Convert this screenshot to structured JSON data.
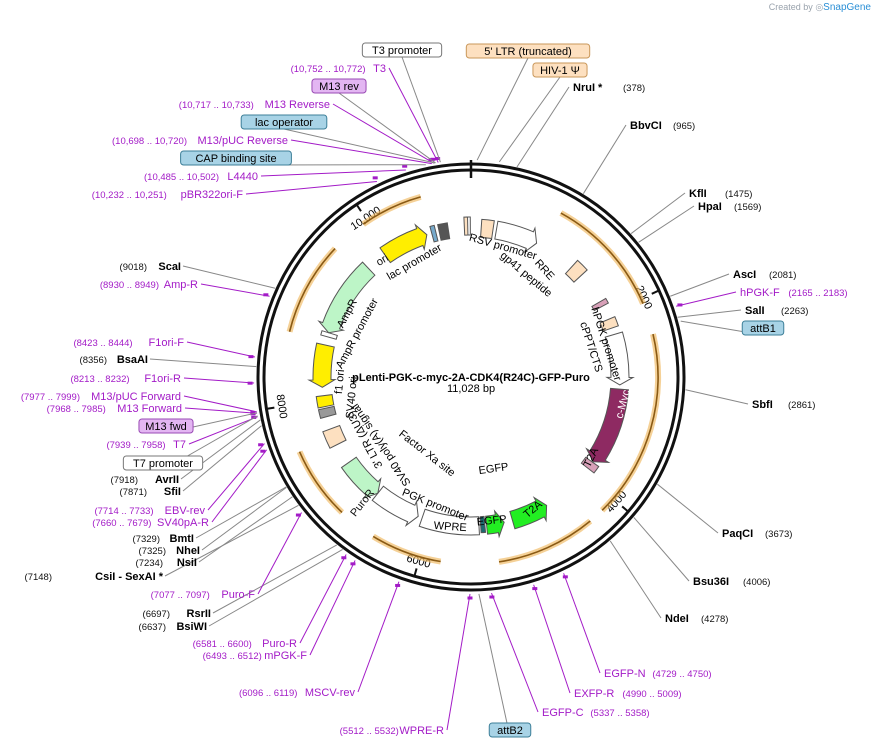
{
  "credit": {
    "prefix": "Created by",
    "brand": "SnapGene"
  },
  "plasmid": {
    "name": "pLenti-PGK-c-myc-2A-CDK4(R24C)-GFP-Puro",
    "length_label": "11,028 bp",
    "length": 11028
  },
  "colors": {
    "purple": "#a31bc7",
    "enzyme": "#111111",
    "primer_fill": "#e3b6f2",
    "feature_orange": "#fde0c0",
    "feature_blue": "#a8d3e6",
    "orf_orange": "#f0b860",
    "cmyc": "#8e2a62",
    "egfp": "#22ee22",
    "ori": "#ffee00",
    "ampr": "#bdf5c7",
    "puro": "#bdf5c7"
  },
  "ticks": [
    {
      "pos": 0,
      "label": ""
    },
    {
      "pos": 2000,
      "label": "2000"
    },
    {
      "pos": 4000,
      "label": "4000"
    },
    {
      "pos": 6000,
      "label": "6000"
    },
    {
      "pos": 8000,
      "label": "8000"
    },
    {
      "pos": 10000,
      "label": "10,000"
    }
  ],
  "enzymes": [
    {
      "name": "NruI *",
      "coord": "(378)",
      "pos": 378
    },
    {
      "name": "BbvCI",
      "coord": "(965)",
      "pos": 965
    },
    {
      "name": "KflI",
      "coord": "(1475)",
      "pos": 1475
    },
    {
      "name": "HpaI",
      "coord": "(1569)",
      "pos": 1569
    },
    {
      "name": "AscI",
      "coord": "(2081)",
      "pos": 2081
    },
    {
      "name": "SalI",
      "coord": "(2263)",
      "pos": 2263
    },
    {
      "name": "SbfI",
      "coord": "(2861)",
      "pos": 2861
    },
    {
      "name": "PaqCI",
      "coord": "(3673)",
      "pos": 3673
    },
    {
      "name": "Bsu36I",
      "coord": "(4006)",
      "pos": 4006
    },
    {
      "name": "NdeI",
      "coord": "(4278)",
      "pos": 4278
    },
    {
      "name": "BsiWI",
      "coord": "(6637)",
      "pos": 6637
    },
    {
      "name": "RsrII",
      "coord": "(6697)",
      "pos": 6697
    },
    {
      "name": "CsiI  - SexAI *",
      "coord": "(7148)",
      "pos": 7148
    },
    {
      "name": "NsiI",
      "coord": "(7234)",
      "pos": 7234
    },
    {
      "name": "NheI",
      "coord": "(7325)",
      "pos": 7325
    },
    {
      "name": "BmtI",
      "coord": "(7329)",
      "pos": 7329
    },
    {
      "name": "SfiI",
      "coord": "(7871)",
      "pos": 7871
    },
    {
      "name": "AvrII",
      "coord": "(7918)",
      "pos": 7918
    },
    {
      "name": "BsaAI",
      "coord": "(8356)",
      "pos": 8356
    },
    {
      "name": "ScaI",
      "coord": "(9018)",
      "pos": 9018
    }
  ],
  "primers": [
    {
      "name": "hPGK-F",
      "coord": "(2165 .. 2183)",
      "pos": 2174
    },
    {
      "name": "EGFP-N",
      "coord": "(4729 .. 4750)",
      "pos": 4740
    },
    {
      "name": "EXFP-R",
      "coord": "(4990 .. 5009)",
      "pos": 5000
    },
    {
      "name": "EGFP-C",
      "coord": "(5337 .. 5358)",
      "pos": 5348
    },
    {
      "name": "WPRE-R",
      "coord": "(5512 .. 5532)",
      "pos": 5522
    },
    {
      "name": "MSCV-rev",
      "coord": "(6096 .. 6119)",
      "pos": 6108
    },
    {
      "name": "mPGK-F",
      "coord": "(6493 .. 6512)",
      "pos": 6503
    },
    {
      "name": "Puro-R",
      "coord": "(6581 .. 6600)",
      "pos": 6590
    },
    {
      "name": "Puro-F",
      "coord": "(7077 .. 7097)",
      "pos": 7087
    },
    {
      "name": "SV40pA-R",
      "coord": "(7660 .. 7679)",
      "pos": 7670
    },
    {
      "name": "EBV-rev",
      "coord": "(7714 .. 7733)",
      "pos": 7724
    },
    {
      "name": "T7",
      "coord": "(7939 .. 7958)",
      "pos": 7948
    },
    {
      "name": "M13 Forward",
      "coord": "(7968 .. 7985)",
      "pos": 7976
    },
    {
      "name": "M13/pUC Forward",
      "coord": "(7977 .. 7999)",
      "pos": 7988
    },
    {
      "name": "F1ori-R",
      "coord": "(8213 .. 8232)",
      "pos": 8222
    },
    {
      "name": "F1ori-F",
      "coord": "(8423 .. 8444)",
      "pos": 8433
    },
    {
      "name": "Amp-R",
      "coord": "(8930 .. 8949)",
      "pos": 8940
    },
    {
      "name": "pBR322ori-F",
      "coord": "(10,232 .. 10,251)",
      "pos": 10241
    },
    {
      "name": "L4440",
      "coord": "(10,485 .. 10,502)",
      "pos": 10493
    },
    {
      "name": "M13/pUC Reverse",
      "coord": "(10,698 .. 10,720)",
      "pos": 10709
    },
    {
      "name": "M13 Reverse",
      "coord": "(10,717 .. 10,733)",
      "pos": 10725
    },
    {
      "name": "T3",
      "coord": "(10,752 .. 10,772)",
      "pos": 10762
    }
  ],
  "boxed_labels": [
    {
      "name": "T3 promoter",
      "style": "white",
      "pos": 10780
    },
    {
      "name": "5' LTR (truncated)",
      "style": "orange",
      "pos": 50
    },
    {
      "name": "HIV-1 Ψ",
      "style": "orange",
      "pos": 230
    },
    {
      "name": "M13 rev",
      "style": "purple",
      "pos": 10740
    },
    {
      "name": "lac operator",
      "style": "blue",
      "pos": 10735
    },
    {
      "name": "CAP binding site",
      "style": "blue",
      "pos": 10660
    },
    {
      "name": "attB1",
      "style": "blue",
      "pos": 2300
    },
    {
      "name": "M13 fwd",
      "style": "purple",
      "pos": 7980
    },
    {
      "name": "T7 promoter",
      "style": "white",
      "pos": 7955
    },
    {
      "name": "attB2",
      "style": "blue",
      "pos": 5450
    }
  ],
  "inner_labels": [
    "RSV promoter",
    "RRE",
    "gp41 peptide",
    "hPGK promoter",
    "cPPT/CTS",
    "lac promoter",
    "ori",
    "AmpR",
    "AmpR promoter",
    "f1 ori",
    "SV40 ori",
    "3' LTR (ΔU3)",
    "SV40 poly(A) signal",
    "Factor Xa site",
    "PGK promoter",
    "WPRE",
    "EGFP",
    "T2A",
    "c-Myc",
    "PuroR"
  ]
}
